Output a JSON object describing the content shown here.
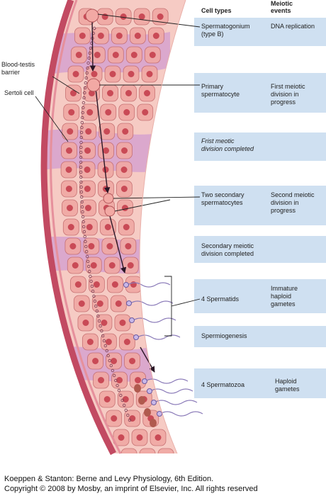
{
  "headers": {
    "cell_types": "Cell types",
    "meiotic_events_line1": "Meiotic",
    "meiotic_events_line2": "events"
  },
  "left_labels": {
    "blood_testis_line1": "Blood-testis",
    "blood_testis_line2": "barrier",
    "sertoli": "Sertoli cell"
  },
  "rows": [
    {
      "cell_line1": "Spermatogonium",
      "cell_line2": "(type B)",
      "event_line1": "DNA replication",
      "event_line2": "",
      "event_line3": ""
    },
    {
      "cell_line1": "Primary",
      "cell_line2": "spermatocyte",
      "event_line1": "First meiotic",
      "event_line2": "division in",
      "event_line3": "progress"
    },
    {
      "cell_line1": "Frist meotic",
      "cell_line2": "division completed",
      "event_line1": "",
      "event_line2": "",
      "event_line3": ""
    },
    {
      "cell_line1": "Two secondary",
      "cell_line2": "spermatocytes",
      "event_line1": "Second meiotic",
      "event_line2": "division in",
      "event_line3": "progress"
    },
    {
      "cell_line1": "Secondary meiotic",
      "cell_line2": "division completed",
      "event_line1": "",
      "event_line2": "",
      "event_line3": ""
    },
    {
      "cell_line1": "4 Spermatids",
      "cell_line2": "",
      "event_line1": "Immature",
      "event_line2": "haploid",
      "event_line3": "gametes"
    },
    {
      "cell_line1": "Spermiogenesis",
      "cell_line2": "",
      "event_line1": "",
      "event_line2": "",
      "event_line3": ""
    },
    {
      "cell_line1": "4 Spermatozoa",
      "cell_line2": "",
      "event_line1": "Haploid",
      "event_line2": "gametes",
      "event_line3": ""
    }
  ],
  "credit": {
    "line1": "Koeppen & Stanton: Berne and Levy Physiology, 6th Edition.",
    "line2": "Copyright © 2008 by Mosby, an imprint of Elsevier, Inc. All rights reserved"
  },
  "colors": {
    "panel": "#cfe0f1",
    "tubule_pink": "#f6cbc4",
    "cell_fill": "#f0a8a4",
    "sertoli_purple": "#d6a2cf",
    "wall_red": "#c24a62",
    "arrow": "#2a1626"
  }
}
